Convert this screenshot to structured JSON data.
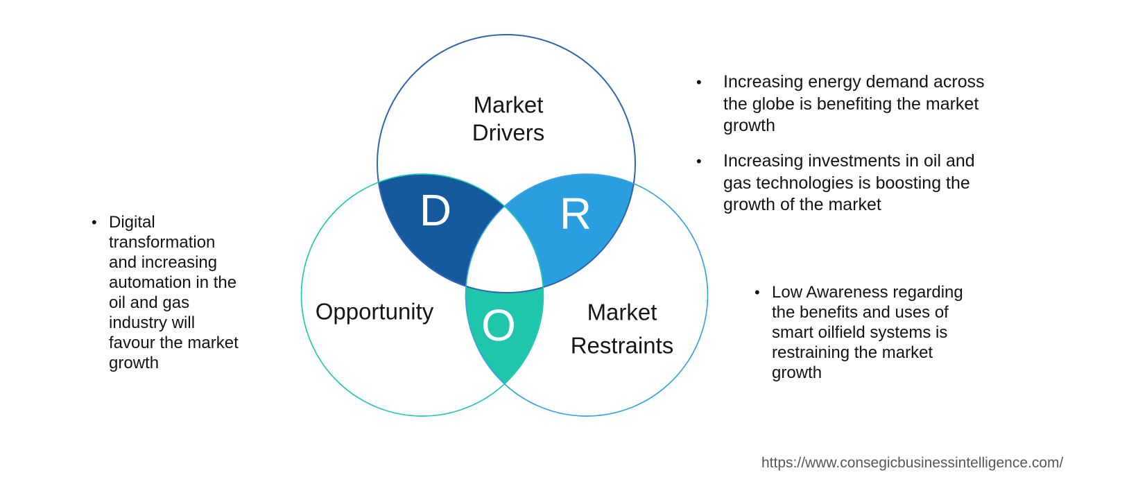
{
  "venn": {
    "drivers": {
      "label_lines": [
        "Market",
        "Drivers"
      ],
      "letter": "D",
      "outline_color": "#2F65AE",
      "overlap_fill": "#155A9E"
    },
    "opportunity": {
      "label_lines": [
        "Opportunity"
      ],
      "letter": "O",
      "outline_color": "#26C8B0",
      "overlap_fill": "#20C6AC"
    },
    "restraints": {
      "label_lines": [
        "Market",
        "Restraints"
      ],
      "letter": "R",
      "outline_color": "#38A3E1",
      "overlap_fill": "#2B9EE0"
    },
    "center_fill": "#FFFFFF"
  },
  "bullet_blocks": {
    "opportunity": {
      "marker": "•",
      "lines": [
        "Digital",
        "transformation",
        "and increasing",
        "automation in the",
        "oil and gas",
        "industry will",
        "favour the market",
        "growth"
      ]
    },
    "drivers_1": {
      "marker": "•",
      "lines": [
        "Increasing energy demand across",
        "the globe is benefiting the market",
        "growth"
      ]
    },
    "drivers_2": {
      "marker": "•",
      "lines": [
        "Increasing investments in oil and",
        "gas technologies is boosting the",
        "growth of the market"
      ]
    },
    "restraints_1": {
      "marker": "•",
      "lines": [
        "Low Awareness regarding",
        "the benefits and uses of",
        "smart oilfield systems is",
        "restraining the market",
        "growth"
      ]
    }
  },
  "footer": {
    "source_url": "https://www.consegicbusinessintelligence.com/"
  }
}
